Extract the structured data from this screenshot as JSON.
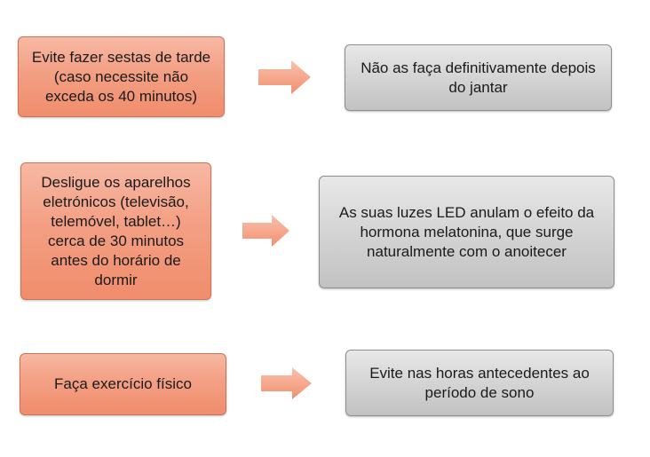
{
  "rows": [
    {
      "cause": "Evite fazer sestas de tarde\n(caso necessite não\nexceda os 40 minutos)",
      "effect": "Não as faça definitivamente depois\ndo jantar"
    },
    {
      "cause": "Desligue os aparelhos\neletrónicos (televisão,\ntelemóvel, tablet…)\ncerca de 30 minutos\nantes do horário de\ndormir",
      "effect": "As suas luzes LED anulam o efeito da\nhormona melatonina, que surge\nnaturalmente com o anoitecer"
    },
    {
      "cause": "Faça exercício físico",
      "effect": "Evite nas horas antecedentes ao\nperíodo de sono"
    }
  ],
  "colors": {
    "cause_fill": "#f39f84",
    "effect_fill": "#d6d6d6",
    "arrow_fill": "#f4a386"
  }
}
